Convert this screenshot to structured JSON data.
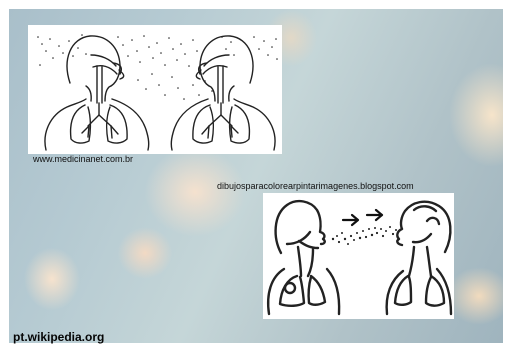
{
  "captions": {
    "top_source": "www.medicinanet.com.br",
    "bottom_source": "dibujosparacolorearpintarimagenes.blogspot.com",
    "bottom_left_source": "pt.wikipedia.org"
  }
}
